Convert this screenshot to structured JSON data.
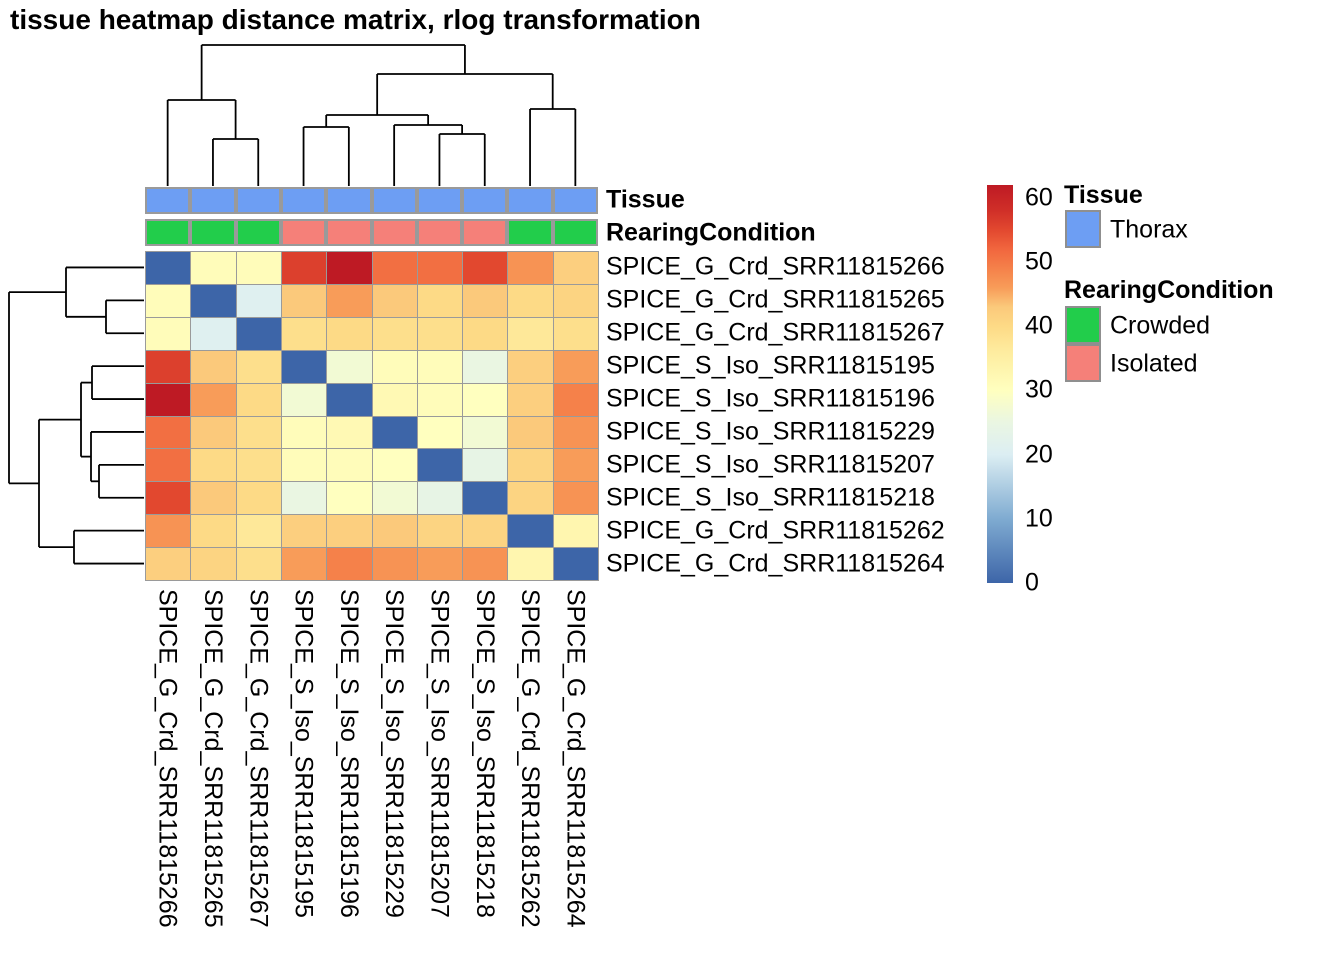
{
  "title": "tissue heatmap distance matrix, rlog transformation",
  "chart_data": {
    "type": "heatmap",
    "title": "tissue heatmap distance matrix, rlog transformation",
    "samples": [
      "SPICE_G_Crd_SRR11815266",
      "SPICE_G_Crd_SRR11815265",
      "SPICE_G_Crd_SRR11815267",
      "SPICE_S_Iso_SRR11815195",
      "SPICE_S_Iso_SRR11815196",
      "SPICE_S_Iso_SRR11815229",
      "SPICE_S_Iso_SRR11815207",
      "SPICE_S_Iso_SRR11815218",
      "SPICE_G_Crd_SRR11815262",
      "SPICE_G_Crd_SRR11815264"
    ],
    "matrix": [
      [
        0,
        31,
        31,
        56,
        62,
        51,
        51,
        55,
        47,
        42
      ],
      [
        31,
        0,
        21,
        43,
        46,
        43,
        40,
        43,
        40,
        41
      ],
      [
        31,
        21,
        0,
        39,
        40,
        39,
        39,
        40,
        37,
        39
      ],
      [
        56,
        43,
        39,
        0,
        27,
        31,
        31,
        25,
        42,
        46
      ],
      [
        62,
        46,
        40,
        27,
        0,
        32,
        31,
        30,
        42,
        49
      ],
      [
        51,
        43,
        39,
        31,
        32,
        0,
        30,
        27,
        43,
        47
      ],
      [
        51,
        40,
        39,
        31,
        31,
        30,
        0,
        24,
        41,
        46
      ],
      [
        55,
        43,
        40,
        25,
        30,
        27,
        24,
        0,
        41,
        47
      ],
      [
        47,
        40,
        37,
        42,
        42,
        43,
        41,
        41,
        0,
        33
      ],
      [
        42,
        41,
        39,
        46,
        49,
        47,
        46,
        47,
        33,
        0
      ]
    ],
    "scale": {
      "min": 0,
      "max": 62,
      "ticks": [
        60,
        50,
        40,
        30,
        20,
        10,
        0
      ],
      "palette_stops": [
        [
          0,
          "#3D65A8"
        ],
        [
          10,
          "#7FABD1"
        ],
        [
          20,
          "#DCEEF3"
        ],
        [
          25,
          "#EAF6E2"
        ],
        [
          30,
          "#FFFFBF"
        ],
        [
          36,
          "#FEEC9F"
        ],
        [
          40,
          "#FDDA86"
        ],
        [
          43,
          "#FBC97B"
        ],
        [
          46,
          "#F89C59"
        ],
        [
          49,
          "#F5814A"
        ],
        [
          52,
          "#F1663E"
        ],
        [
          55,
          "#E2482F"
        ],
        [
          58,
          "#D02F28"
        ],
        [
          62,
          "#BE1A24"
        ]
      ]
    },
    "annotations": {
      "tissue_label": "Tissue",
      "rearing_label": "RearingCondition",
      "tissue": [
        "Thorax",
        "Thorax",
        "Thorax",
        "Thorax",
        "Thorax",
        "Thorax",
        "Thorax",
        "Thorax",
        "Thorax",
        "Thorax"
      ],
      "rearing": [
        "Crowded",
        "Crowded",
        "Crowded",
        "Isolated",
        "Isolated",
        "Isolated",
        "Isolated",
        "Isolated",
        "Crowded",
        "Crowded"
      ],
      "colors": {
        "Thorax": "#6D9EF3",
        "Crowded": "#22CD4B",
        "Isolated": "#F58079"
      }
    },
    "legend": {
      "tissue_title": "Tissue",
      "tissue_items": [
        {
          "label": "Thorax",
          "color": "#6D9EF3"
        }
      ],
      "rearing_title": "RearingCondition",
      "rearing_items": [
        {
          "label": "Crowded",
          "color": "#22CD4B"
        },
        {
          "label": "Isolated",
          "color": "#F58079"
        }
      ]
    },
    "clustering": {
      "topology": {
        "n23": {
          "children": [
            1,
            2
          ]
        },
        "n123": {
          "children": [
            0,
            "n23"
          ]
        },
        "n45": {
          "children": [
            3,
            4
          ]
        },
        "n78": {
          "children": [
            6,
            7
          ]
        },
        "n678": {
          "children": [
            5,
            "n78"
          ]
        },
        "nmid": {
          "children": [
            "n45",
            "n678"
          ]
        },
        "n910": {
          "children": [
            8,
            9
          ]
        },
        "nr": {
          "children": [
            "nmid",
            "n910"
          ]
        },
        "root": {
          "children": [
            "n123",
            "nr"
          ]
        }
      },
      "col_heights": {
        "n23": 47,
        "n123": 86,
        "n45": 59,
        "n78": 52,
        "n678": 61,
        "nmid": 71,
        "n910": 77,
        "nr": 112,
        "root": 141
      },
      "row_heights": {
        "n23": 38,
        "n123": 78,
        "n45": 52,
        "n78": 45,
        "n678": 53,
        "nmid": 63,
        "n910": 70,
        "nr": 105,
        "root": 135
      }
    }
  }
}
